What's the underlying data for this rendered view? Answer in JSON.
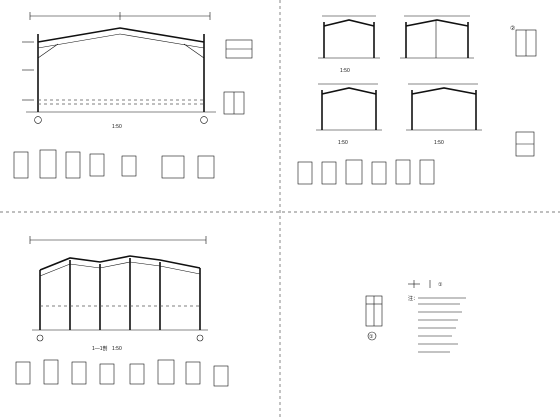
{
  "sheet": {
    "background": "#ffffff",
    "ink": "#111111"
  },
  "views": {
    "portal_frame_a": {
      "scale_label": "1:50"
    },
    "portal_frame_b": {
      "scale_label": "1:50"
    },
    "end_frame_c": {
      "scale_label": "1:50"
    },
    "end_frame_d": {
      "scale_label": "1:50"
    },
    "multi_bay_frame": {
      "section_label": "1—1剖",
      "scale_label": "1:50"
    }
  },
  "detail_tags": {
    "primary": "①",
    "callout": "①",
    "side": "②"
  },
  "notes": {
    "heading": "注："
  },
  "icons": [
    "section-mark-icon",
    "detail-bubble-icon"
  ]
}
